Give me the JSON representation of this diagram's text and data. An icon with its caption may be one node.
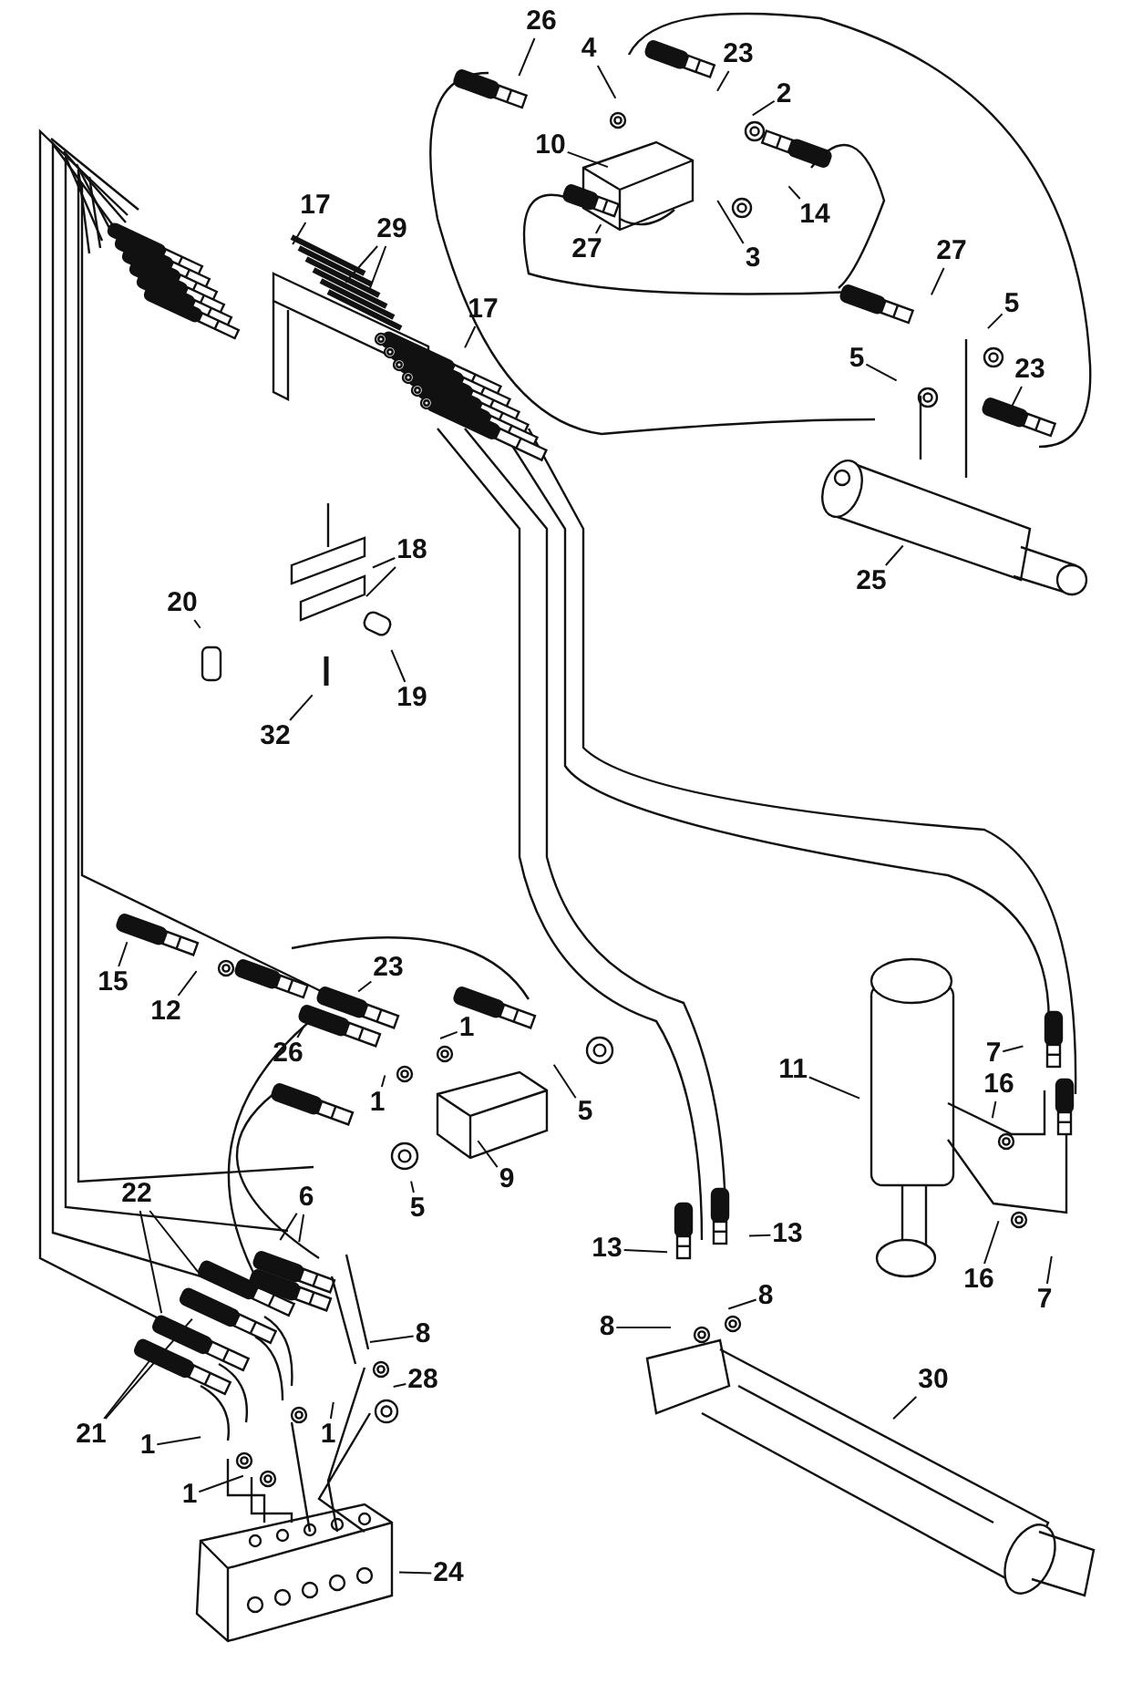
{
  "diagram": {
    "nodes": [
      {
        "text": [
          "26"
        ]
      },
      {
        "text": [
          "4"
        ]
      },
      {
        "text": [
          "23"
        ]
      },
      {
        "text": [
          "2"
        ]
      },
      {
        "text": [
          "10"
        ]
      },
      {
        "text": [
          "17"
        ]
      },
      {
        "text": [
          "29"
        ]
      },
      {
        "text": [
          "14"
        ]
      },
      {
        "text": [
          "27"
        ]
      },
      {
        "text": [
          "3"
        ]
      },
      {
        "text": [
          "27"
        ]
      },
      {
        "text": [
          "17"
        ]
      },
      {
        "text": [
          "5"
        ]
      },
      {
        "text": [
          "5"
        ]
      },
      {
        "text": [
          "23"
        ]
      },
      {
        "text": [
          "18"
        ]
      },
      {
        "text": [
          "25"
        ]
      },
      {
        "text": [
          "20"
        ]
      },
      {
        "text": [
          "19"
        ]
      },
      {
        "text": [
          "32"
        ]
      },
      {
        "text": [
          "23"
        ]
      },
      {
        "text": [
          "15"
        ]
      },
      {
        "text": [
          "12"
        ]
      },
      {
        "text": [
          "1"
        ]
      },
      {
        "text": [
          "26"
        ]
      },
      {
        "text": [
          "1"
        ]
      },
      {
        "text": [
          "11"
        ]
      },
      {
        "text": [
          "5"
        ]
      },
      {
        "text": [
          "7"
        ]
      },
      {
        "text": [
          "16"
        ]
      },
      {
        "text": [
          "9"
        ]
      },
      {
        "text": [
          "22"
        ]
      },
      {
        "text": [
          "6"
        ]
      },
      {
        "text": [
          "5"
        ]
      },
      {
        "text": [
          "13"
        ]
      },
      {
        "text": [
          "13"
        ]
      },
      {
        "text": [
          "16"
        ]
      },
      {
        "text": [
          "8"
        ]
      },
      {
        "text": [
          "7"
        ]
      },
      {
        "text": [
          "8"
        ]
      },
      {
        "text": [
          "8"
        ]
      },
      {
        "text": [
          "28"
        ]
      },
      {
        "text": [
          "30"
        ]
      },
      {
        "text": [
          "1"
        ]
      },
      {
        "text": [
          "21"
        ]
      },
      {
        "text": [
          "1"
        ]
      },
      {
        "text": [
          "1"
        ]
      },
      {
        "text": [
          "24"
        ]
      }
    ],
    "edges": [
      {
        "from": 0,
        "to": null,
        "arrow": "none"
      },
      {
        "from": 1,
        "to": null,
        "arrow": "none"
      },
      {
        "from": 2,
        "to": null,
        "arrow": "none"
      },
      {
        "from": 3,
        "to": null,
        "arrow": "none"
      },
      {
        "from": 4,
        "to": null,
        "arrow": "none"
      },
      {
        "from": 5,
        "to": null,
        "arrow": "none"
      },
      {
        "from": 6,
        "to": null,
        "arrow": "none"
      },
      {
        "from": 6,
        "to": null,
        "arrow": "none"
      },
      {
        "from": 7,
        "to": null,
        "arrow": "none"
      },
      {
        "from": 8,
        "to": null,
        "arrow": "none"
      },
      {
        "from": 9,
        "to": null,
        "arrow": "none"
      },
      {
        "from": 10,
        "to": null,
        "arrow": "none"
      },
      {
        "from": 11,
        "to": null,
        "arrow": "none"
      },
      {
        "from": 12,
        "to": null,
        "arrow": "none"
      },
      {
        "from": 13,
        "to": null,
        "arrow": "none"
      },
      {
        "from": 14,
        "to": null,
        "arrow": "none"
      },
      {
        "from": 15,
        "to": null,
        "arrow": "none"
      },
      {
        "from": 15,
        "to": null,
        "arrow": "none"
      },
      {
        "from": 16,
        "to": null,
        "arrow": "none"
      },
      {
        "from": 17,
        "to": null,
        "arrow": "none"
      },
      {
        "from": 18,
        "to": null,
        "arrow": "none"
      },
      {
        "from": 19,
        "to": null,
        "arrow": "none"
      },
      {
        "from": 20,
        "to": null,
        "arrow": "none"
      },
      {
        "from": 21,
        "to": null,
        "arrow": "none"
      },
      {
        "from": 22,
        "to": null,
        "arrow": "none"
      },
      {
        "from": 23,
        "to": null,
        "arrow": "none"
      },
      {
        "from": 24,
        "to": null,
        "arrow": "none"
      },
      {
        "from": 25,
        "to": null,
        "arrow": "none"
      },
      {
        "from": 26,
        "to": null,
        "arrow": "none"
      },
      {
        "from": 27,
        "to": null,
        "arrow": "none"
      },
      {
        "from": 28,
        "to": null,
        "arrow": "none"
      },
      {
        "from": 29,
        "to": null,
        "arrow": "none"
      },
      {
        "from": 30,
        "to": null,
        "arrow": "none"
      },
      {
        "from": 31,
        "to": null,
        "arrow": "none"
      },
      {
        "from": 31,
        "to": null,
        "arrow": "none"
      },
      {
        "from": 32,
        "to": null,
        "arrow": "none"
      },
      {
        "from": 32,
        "to": null,
        "arrow": "none"
      },
      {
        "from": 33,
        "to": null,
        "arrow": "none"
      },
      {
        "from": 34,
        "to": null,
        "arrow": "none"
      },
      {
        "from": 35,
        "to": null,
        "arrow": "none"
      },
      {
        "from": 36,
        "to": null,
        "arrow": "none"
      },
      {
        "from": 37,
        "to": null,
        "arrow": "none"
      },
      {
        "from": 38,
        "to": null,
        "arrow": "none"
      },
      {
        "from": 39,
        "to": null,
        "arrow": "none"
      },
      {
        "from": 40,
        "to": null,
        "arrow": "none"
      },
      {
        "from": 41,
        "to": null,
        "arrow": "none"
      },
      {
        "from": 42,
        "to": null,
        "arrow": "none"
      },
      {
        "from": 43,
        "to": null,
        "arrow": "none"
      },
      {
        "from": 44,
        "to": null,
        "arrow": "none"
      },
      {
        "from": 44,
        "to": null,
        "arrow": "none"
      },
      {
        "from": 45,
        "to": null,
        "arrow": "none"
      },
      {
        "from": 46,
        "to": null,
        "arrow": "none"
      },
      {
        "from": 47,
        "to": null,
        "arrow": "none"
      }
    ]
  }
}
